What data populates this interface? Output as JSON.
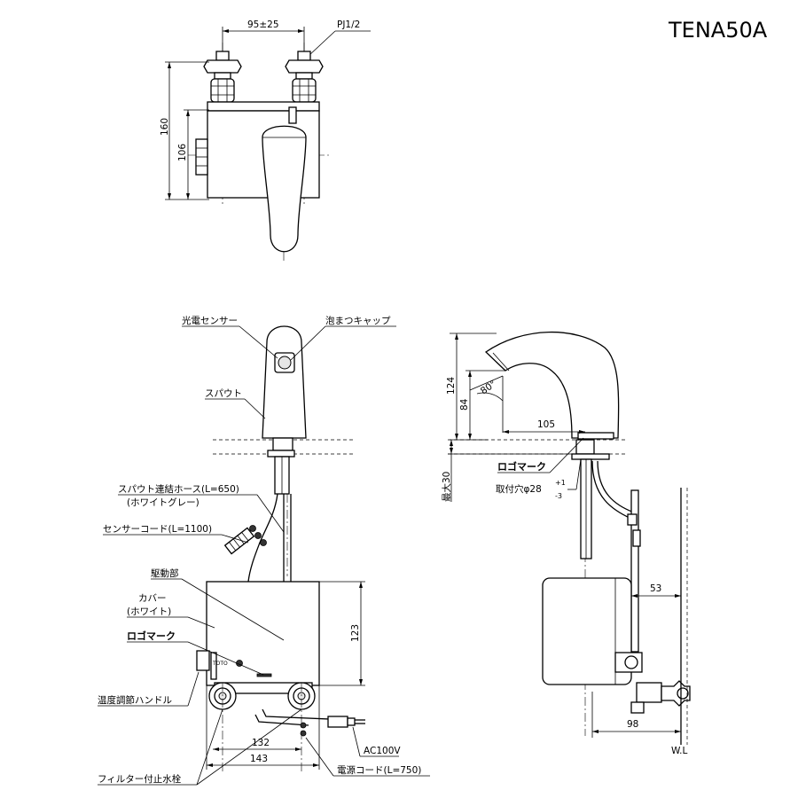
{
  "model": "TENA50A",
  "top_view": {
    "dim_width": "95±25",
    "thread": "PJ1/2",
    "dim_height_total": "160",
    "dim_height_body": "106"
  },
  "front_view": {
    "labels": {
      "photo_sensor": "光電センサー",
      "foam_cap": "泡まつキャップ",
      "spout": "スパウト",
      "hose_line1": "スパウト連結ホース(L=650)",
      "hose_line2": "(ホワイトグレー)",
      "sensor_cord": "センサーコード(L=1100)",
      "drive_unit": "駆動部",
      "cover_line1": "カバー",
      "cover_line2": "(ホワイト)",
      "logo_mark": "ロゴマーク",
      "temp_handle": "温度調節ハンドル",
      "filter_valve": "フィルター付止水栓",
      "power": "AC100V",
      "power_cord": "電源コード(L=750)"
    },
    "dims": {
      "unit_height": "123",
      "width_132": "132",
      "width_143": "143"
    }
  },
  "side_view": {
    "labels": {
      "logo_mark": "ロゴマーク",
      "mount_hole": "取付穴φ28",
      "mount_tol_plus": "+1",
      "mount_tol_minus": "-3",
      "max30": "最大30",
      "wl": "W.L"
    },
    "dims": {
      "h124": "124",
      "h84": "84",
      "reach": "105",
      "angle": "80°",
      "d53": "53",
      "d98": "98"
    }
  }
}
